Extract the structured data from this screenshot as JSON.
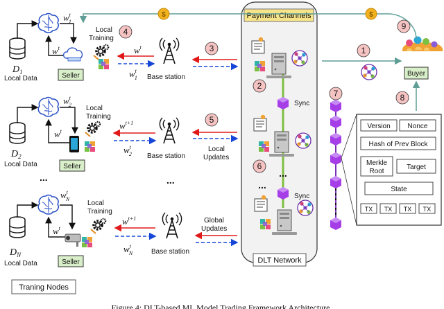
{
  "caption": "Figure 4: DLT-based ML Model Trading Framework Architecture",
  "payment_channels": "Payment Channels",
  "dlt_network": "DLT Network",
  "training_nodes": "Traning Nodes",
  "buyer": "Buyer",
  "seller": "Seller",
  "local_data": "Local Data",
  "base_station": "Base station",
  "sync": "Sync",
  "local_training": [
    "Local",
    "Training"
  ],
  "local_updates": [
    "Local",
    "Updates"
  ],
  "global_updates": [
    "Global",
    "Updates"
  ],
  "ellipsis": "...",
  "d_labels": {
    "d1_base": "D",
    "d1_sub": "1",
    "d2_base": "D",
    "d2_sub": "2",
    "dn_base": "D",
    "dn_sub": "N"
  },
  "w_labels": {
    "w1_base": "w",
    "w1_sup": "t",
    "w1_sub": "1",
    "w2_base": "w",
    "w2_sup": "t",
    "w2_sub": "2",
    "wn_base": "w",
    "wn_sup": "t",
    "wn_sub": "N",
    "wt_base": "w",
    "wt_sup": "t",
    "wt1_base": "w",
    "wt1_sup": "t+1"
  },
  "block": {
    "version": "Version",
    "nonce": "Nonce",
    "hash": "Hash of Prev Block",
    "merkle_1": "Merkle",
    "merkle_2": "Root",
    "target": "Target",
    "state": "State",
    "tx": [
      "TX",
      "TX",
      "TX",
      "TX"
    ]
  },
  "step_numbers": [
    "1",
    "2",
    "3",
    "4",
    "5",
    "6",
    "7",
    "8",
    "9"
  ],
  "colors": {
    "red": "#e0191b",
    "blue": "#1646d8",
    "teal": "#5f9e96",
    "purple": "#a63ee8",
    "badge": "#f6c3c3",
    "seller_bg": "#d9efc9",
    "dlt_bg": "#f2f2f2",
    "coin": "#f2b21e"
  }
}
